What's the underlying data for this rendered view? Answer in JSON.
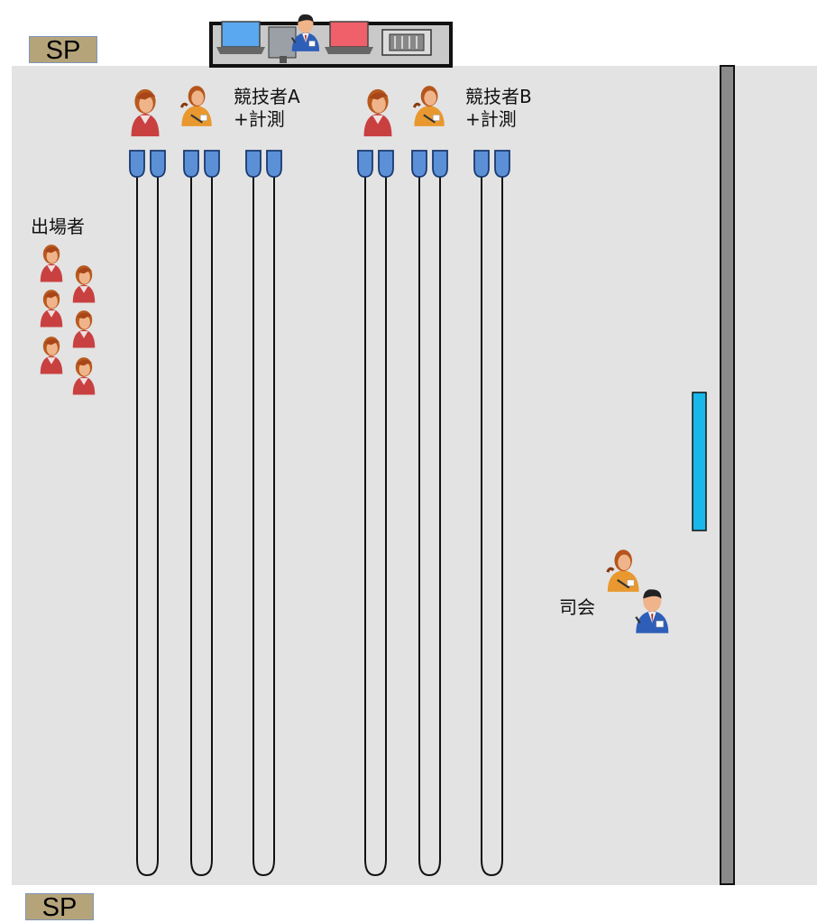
{
  "speakers": {
    "top_label": "SP",
    "bottom_label": "SP"
  },
  "competitor_a": {
    "line1": "競技者A",
    "line2": "+計測"
  },
  "competitor_b": {
    "line1": "競技者B",
    "line2": "+計測"
  },
  "participants_label": "出場者",
  "mc_label": "司会",
  "colors": {
    "floor": "#e3e3e3",
    "wall": "#8a8a8a",
    "screen": "#1ab7ea",
    "lane_cap": "#5b8fd6",
    "person_female": "#cc4444",
    "person_staff": "#e8982e",
    "person_male": "#2e5fb8"
  },
  "icons": [
    "laptop-blue-icon",
    "operator-icon",
    "laptop-red-icon",
    "mixer-icon",
    "female-person-icon",
    "staff-person-icon",
    "male-person-icon"
  ]
}
